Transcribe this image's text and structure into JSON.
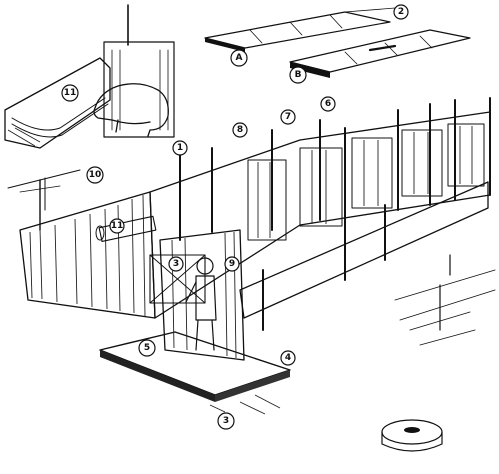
{
  "diagram": {
    "callouts": [
      {
        "id": "c2",
        "label": "2"
      },
      {
        "id": "cA",
        "label": "A"
      },
      {
        "id": "cB",
        "label": "B"
      },
      {
        "id": "c11a",
        "label": "11"
      },
      {
        "id": "c1",
        "label": "1"
      },
      {
        "id": "c8",
        "label": "8"
      },
      {
        "id": "c7",
        "label": "7"
      },
      {
        "id": "c6",
        "label": "6"
      },
      {
        "id": "c10",
        "label": "10"
      },
      {
        "id": "c11b",
        "label": "11"
      },
      {
        "id": "c3",
        "label": "3"
      },
      {
        "id": "c9",
        "label": "9"
      },
      {
        "id": "c5",
        "label": "5"
      },
      {
        "id": "c4",
        "label": "4"
      },
      {
        "id": "c3b",
        "label": "3"
      }
    ]
  }
}
